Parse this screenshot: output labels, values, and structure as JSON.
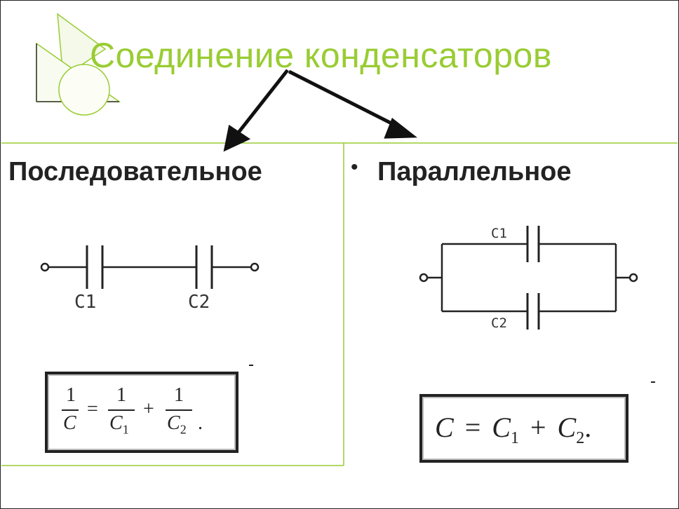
{
  "title": "Соединение конденсаторов",
  "left": {
    "heading": "Последовательное",
    "labels": [
      "C1",
      "C2"
    ],
    "formula": {
      "lhs_num": "1",
      "lhs_den": "C",
      "rhs1_num": "1",
      "rhs1_den": "C",
      "rhs1_sub": "1",
      "op": "+",
      "rhs2_num": "1",
      "rhs2_den": "C",
      "rhs2_sub": "2",
      "end": "."
    }
  },
  "right": {
    "bullet": "•",
    "heading": "Параллельное",
    "labels": [
      "C1",
      "C2"
    ],
    "formula": {
      "lhs": "C",
      "eq": "=",
      "t1": "C",
      "t1_sub": "1",
      "op": "+",
      "t2": "C",
      "t2_sub": "2",
      "end": "."
    }
  },
  "colors": {
    "title": "#99cc33",
    "accent_lines": "#99cc33",
    "text": "#222222"
  }
}
